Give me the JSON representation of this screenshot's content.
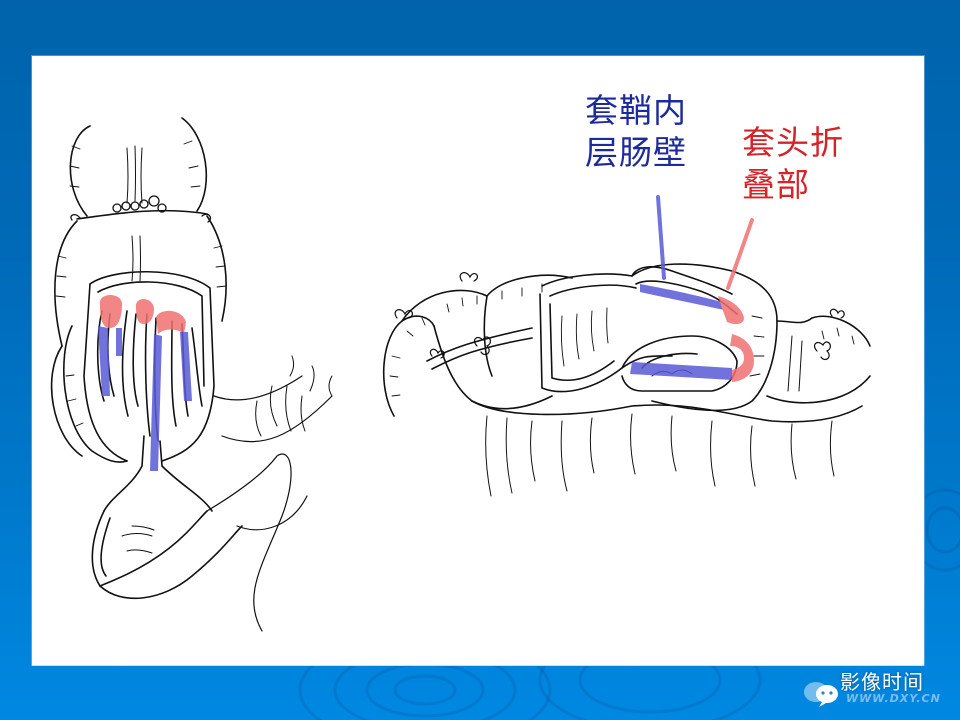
{
  "slide": {
    "background_colors": {
      "top": "#0063ab",
      "bottom": "#0088e2",
      "panel": "#ffffff"
    },
    "figures": [
      {
        "name": "left-illustration",
        "description": "intussusception cross-section, vertical view",
        "highlight_colors": {
          "red": "#f07070",
          "blue": "#5a5ad6"
        }
      },
      {
        "name": "right-illustration",
        "description": "intussusception longitudinal section, horizontal view",
        "highlight_colors": {
          "red": "#f07070",
          "blue": "#5a5ad6"
        }
      }
    ],
    "labels": {
      "blue": {
        "line1": "套鞘内",
        "line2": "层肠壁",
        "color": "#1c2a9c"
      },
      "red": {
        "line1": "套头折",
        "line2": "叠部",
        "color": "#d4242a"
      }
    }
  },
  "watermark": {
    "icon": "wechat-icon",
    "title": "影像时间",
    "url": "WWW.DXY.CN"
  }
}
